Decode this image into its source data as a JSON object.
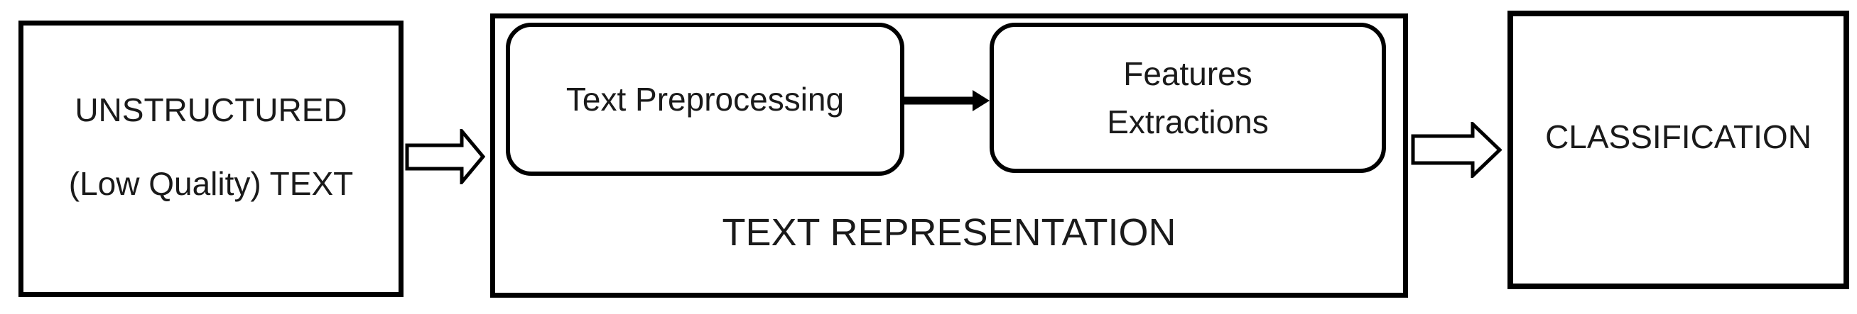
{
  "diagram": {
    "description": "Text classification pipeline flow diagram",
    "colors": {
      "background": "#ffffff",
      "line": "#000000",
      "text": "#1a1a1a",
      "node_fill": "#ffffff"
    },
    "nodes": {
      "unstructured": {
        "line1": "UNSTRUCTURED",
        "line2": "(Low Quality) TEXT"
      },
      "text_preprocessing": {
        "label": "Text Preprocessing"
      },
      "features_extractions": {
        "line1": "Features",
        "line2": "Extractions"
      },
      "text_representation": {
        "label": "TEXT REPRESENTATION"
      },
      "classification": {
        "label": "CLASSIFICATION"
      }
    },
    "arrows": [
      {
        "from": "unstructured",
        "to": "text_representation",
        "style": "outlined-block-arrow-right"
      },
      {
        "from": "text_preprocessing",
        "to": "features_extractions",
        "style": "thick-solid-arrow-right"
      },
      {
        "from": "text_representation",
        "to": "classification",
        "style": "outlined-block-arrow-right"
      }
    ]
  }
}
